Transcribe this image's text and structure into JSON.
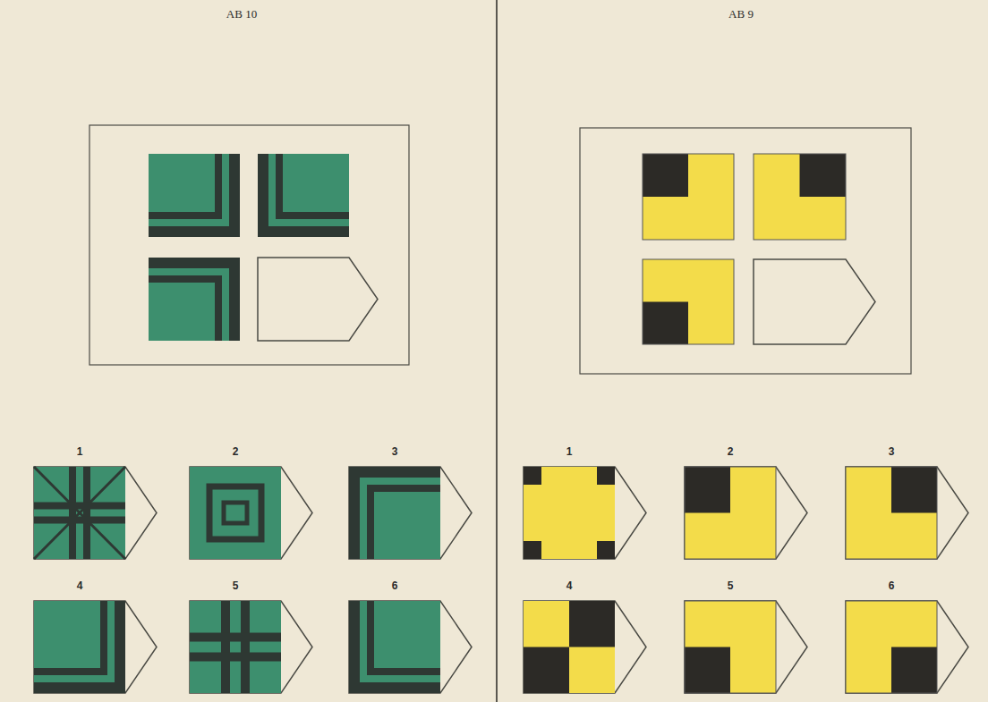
{
  "diagram": {
    "nodes": [
      {
        "text": [
          "1"
        ]
      },
      {
        "text": [
          "2"
        ]
      },
      {
        "text": [
          "3"
        ]
      },
      {
        "text": [
          "4"
        ]
      },
      {
        "text": [
          "5"
        ]
      },
      {
        "text": [
          "6"
        ]
      },
      {
        "text": [
          "1"
        ]
      },
      {
        "text": [
          "2"
        ]
      },
      {
        "text": [
          "3"
        ]
      },
      {
        "text": [
          "4"
        ]
      },
      {
        "text": [
          "5"
        ]
      },
      {
        "text": [
          "6"
        ]
      }
    ],
    "labels": [
      "AB 10",
      "AB 9"
    ]
  }
}
